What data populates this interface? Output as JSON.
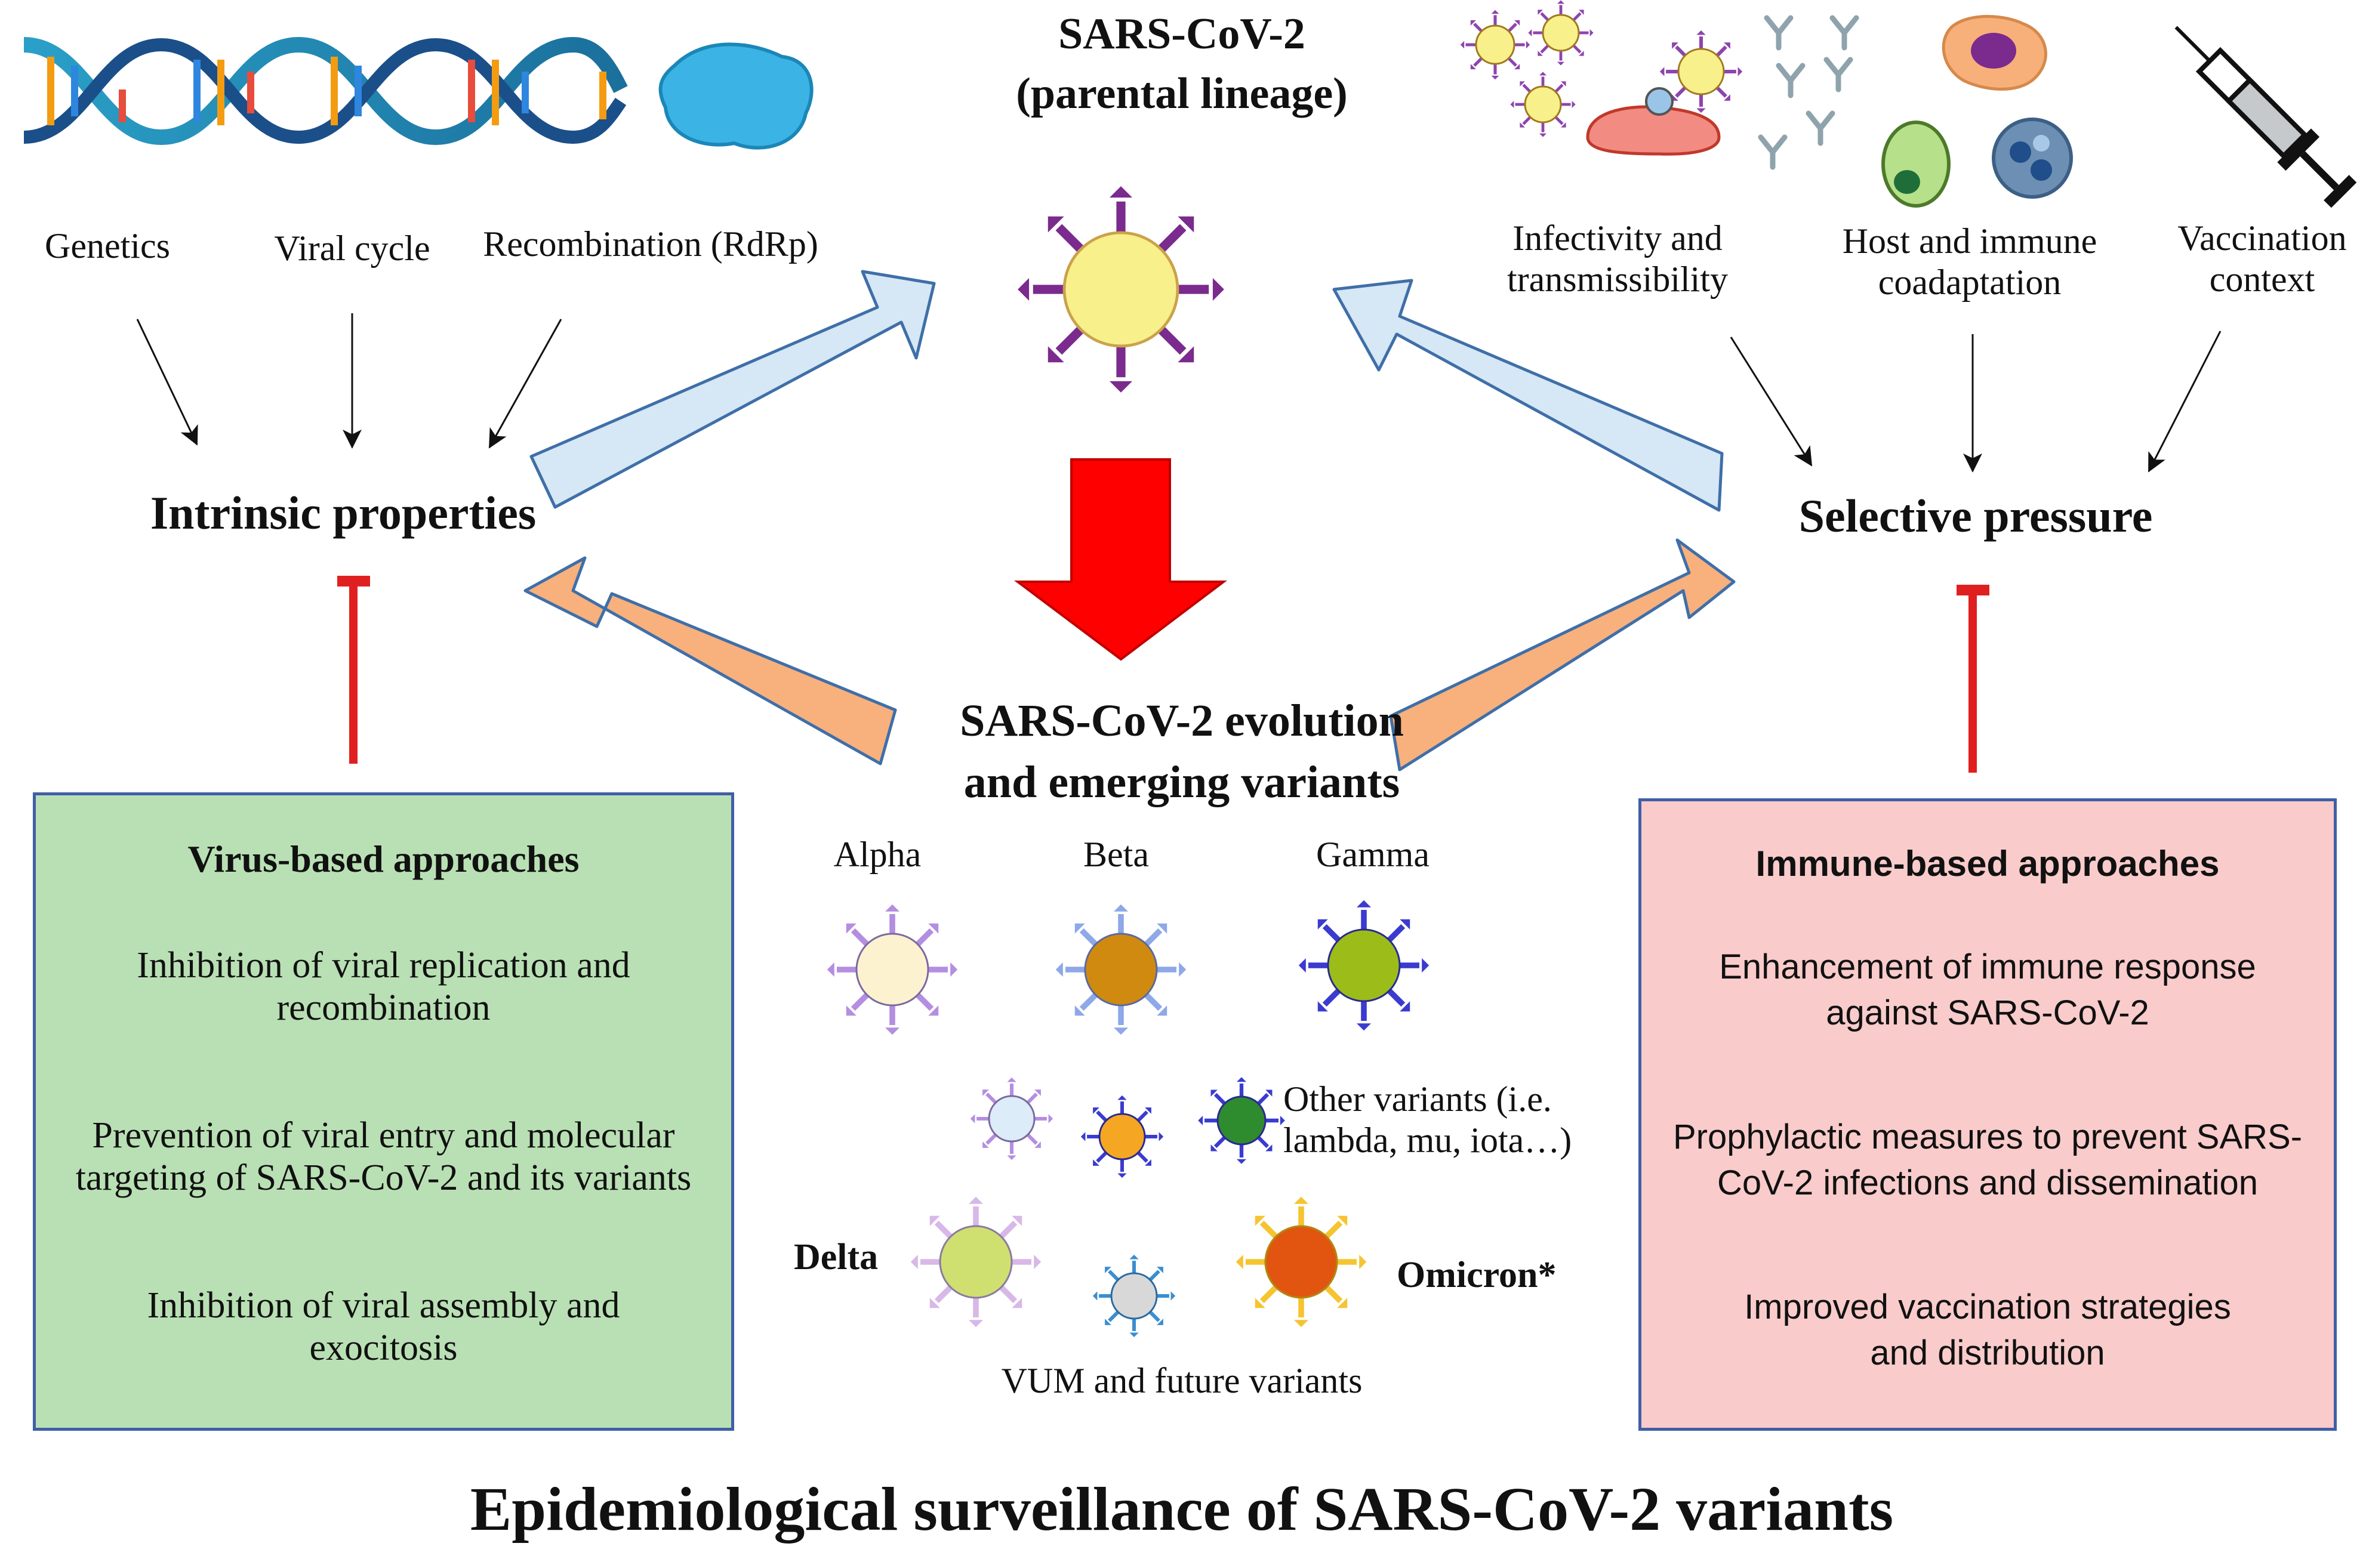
{
  "center": {
    "title": "SARS-CoV-2",
    "subtitle": "(parental lineage)",
    "evolution_line1": "SARS-CoV-2 evolution",
    "evolution_line2": "and emerging variants"
  },
  "left": {
    "factors": [
      "Genetics",
      "Viral cycle",
      "Recombination (RdRp)"
    ],
    "node": "Intrinsic properties"
  },
  "right": {
    "factors": [
      "Infectivity and transmissibility",
      "Host and immune coadaptation",
      "Vaccination context"
    ],
    "factor_lines": [
      [
        "Infectivity and",
        "transmissibility"
      ],
      [
        "Host and immune",
        "coadaptation"
      ],
      [
        "Vaccination",
        "context"
      ]
    ],
    "node": "Selective pressure"
  },
  "virus_box": {
    "title": "Virus-based approaches",
    "items": [
      [
        "Inhibition of viral replication and",
        "recombination"
      ],
      [
        "Prevention of viral entry and molecular",
        "targeting of SARS-CoV-2 and its variants"
      ],
      [
        "Inhibition of viral assembly and",
        "exocitosis"
      ]
    ]
  },
  "immune_box": {
    "title": "Immune-based approaches",
    "items": [
      [
        "Enhancement of immune response",
        "against SARS-CoV-2"
      ],
      [
        "Prophylactic measures to prevent SARS-",
        "CoV-2 infections and dissemination"
      ],
      [
        "Improved vaccination strategies",
        "and distribution"
      ]
    ]
  },
  "variants": {
    "alpha": "Alpha",
    "beta": "Beta",
    "gamma": "Gamma",
    "other_line1": "Other variants (i.e.",
    "other_line2": "lambda, mu, iota…)",
    "delta": "Delta",
    "omicron": "Omicron*",
    "vum": "VUM and future variants"
  },
  "footer": "Epidemiological surveillance of SARS-CoV-2 variants",
  "colors": {
    "green_box": "#b9e0b4",
    "pink_box": "#f9cbcb",
    "box_border": "#3f5fa6",
    "red_arrow": "#ff0000",
    "inhibit_red": "#e02020",
    "light_blue_arrow": "#d6e7f5",
    "orange_arrow": "#f8b07c",
    "parental_core": "#f8f08a",
    "parental_spike": "#7b2a8e"
  },
  "icons": [
    "dna-icon",
    "cell-icon",
    "virus-icon",
    "antibody-icon",
    "macrophage-icon",
    "immune-cell-icon",
    "syringe-icon"
  ]
}
